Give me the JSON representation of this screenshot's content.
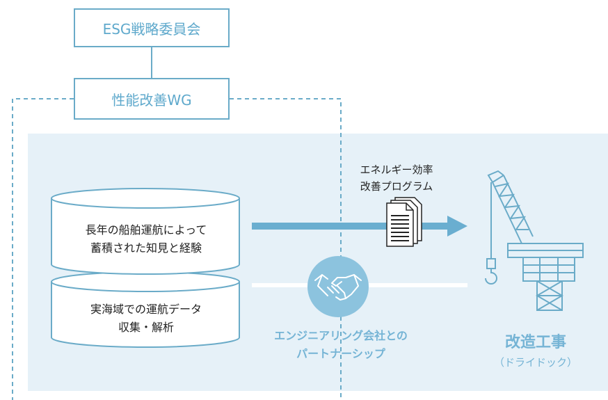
{
  "top_box": "ESG戦略委員会",
  "wg_box": "性能改善WG",
  "database": {
    "upper_line1": "長年の船舶運航によって",
    "upper_line2": "蓄積された知見と経験",
    "lower_line1": "実海域での運航データ",
    "lower_line2": "収集・解析"
  },
  "document": {
    "line1": "エネルギー効率",
    "line2": "改善プログラム"
  },
  "partnership": {
    "line1": "エンジニアリング会社との",
    "line2": "パートナーシップ"
  },
  "retrofit": {
    "title": "改造工事",
    "subtitle": "（ドライドック）"
  },
  "colors": {
    "accent": "#6aabc8",
    "panel": "#e6f1f8",
    "arrow": "#6aaed0",
    "label_blue": "#75b4d5"
  }
}
